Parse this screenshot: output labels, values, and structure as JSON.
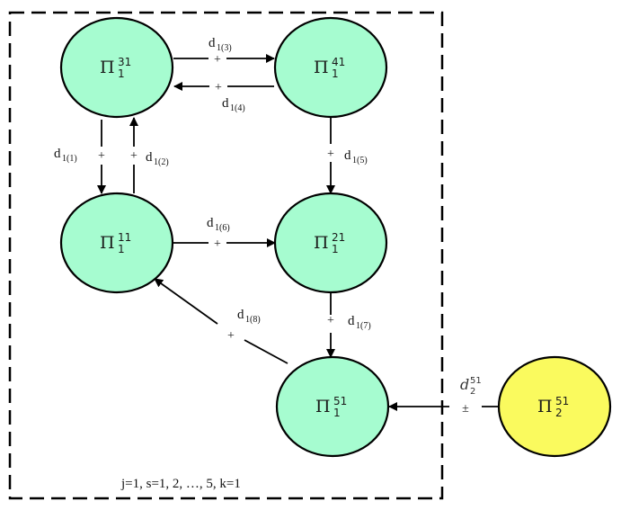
{
  "colors": {
    "inner_node_fill": "#a6fcd0",
    "outer_node_fill": "#fafa5e",
    "stroke": "#000000"
  },
  "nodes": [
    {
      "id": "P31",
      "symbol": "Π",
      "subscript": "1",
      "superscript": "31",
      "group": "inner"
    },
    {
      "id": "P41",
      "symbol": "Π",
      "subscript": "1",
      "superscript": "41",
      "group": "inner"
    },
    {
      "id": "P11",
      "symbol": "Π",
      "subscript": "1",
      "superscript": "11",
      "group": "inner"
    },
    {
      "id": "P21",
      "symbol": "Π",
      "subscript": "1",
      "superscript": "21",
      "group": "inner"
    },
    {
      "id": "P51",
      "symbol": "Π",
      "subscript": "1",
      "superscript": "51",
      "group": "inner"
    },
    {
      "id": "P2_51",
      "symbol": "Π",
      "subscript": "2",
      "superscript": "51",
      "group": "outer"
    }
  ],
  "edges": [
    {
      "from": "P31",
      "to": "P41",
      "label": "d",
      "label_sub": "1(3)",
      "sign": "+"
    },
    {
      "from": "P41",
      "to": "P31",
      "label": "d",
      "label_sub": "1(4)",
      "sign": "+"
    },
    {
      "from": "P31",
      "to": "P11",
      "label": "d",
      "label_sub": "1(1)",
      "sign": "+"
    },
    {
      "from": "P11",
      "to": "P31",
      "label": "d",
      "label_sub": "1(2)",
      "sign": "+"
    },
    {
      "from": "P41",
      "to": "P21",
      "label": "d",
      "label_sub": "1(5)",
      "sign": "+"
    },
    {
      "from": "P11",
      "to": "P21",
      "label": "d",
      "label_sub": "1(6)",
      "sign": "+"
    },
    {
      "from": "P21",
      "to": "P51",
      "label": "d",
      "label_sub": "1(7)",
      "sign": "+"
    },
    {
      "from": "P51",
      "to": "P11",
      "label": "d",
      "label_sub": "1(8)",
      "sign": "+"
    },
    {
      "from": "P2_51",
      "to": "P51",
      "label": "d",
      "label_sub": "2",
      "label_sup": "51",
      "sign": "±"
    }
  ],
  "boundary": {
    "caption": "j=1,   s=1, 2, …, 5,   k=1"
  }
}
